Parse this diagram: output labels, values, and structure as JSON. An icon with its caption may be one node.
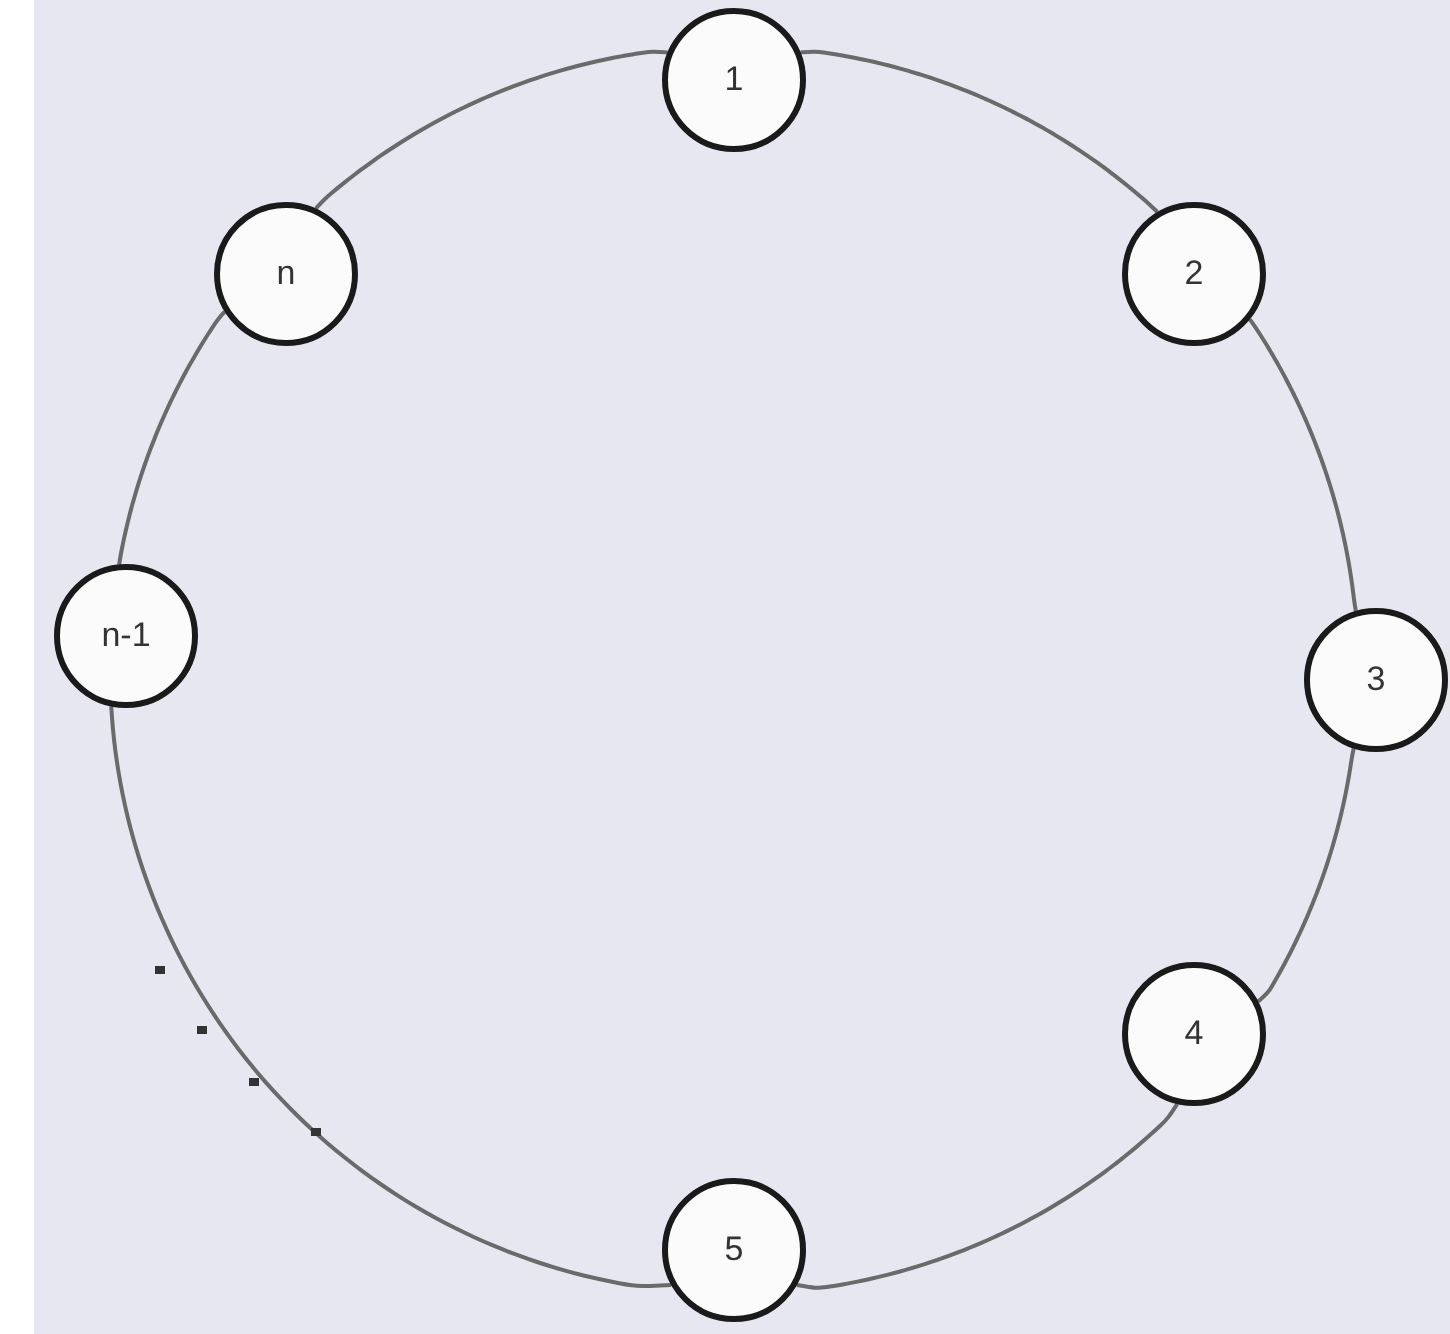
{
  "diagram": {
    "nodes": [
      {
        "text": [
          "1"
        ]
      },
      {
        "text": [
          "2"
        ]
      },
      {
        "text": [
          "3"
        ]
      },
      {
        "text": [
          "4"
        ]
      },
      {
        "text": [
          "5"
        ]
      },
      {
        "text": [
          "n-1"
        ]
      },
      {
        "text": [
          "n"
        ]
      }
    ],
    "edges": [
      {
        "from": 0,
        "to": 1,
        "arrow": "none"
      },
      {
        "from": 1,
        "to": 2,
        "arrow": "none"
      },
      {
        "from": 2,
        "to": 3,
        "arrow": "none"
      },
      {
        "from": 3,
        "to": 4,
        "arrow": "none"
      },
      {
        "from": 4,
        "to": 5,
        "arrow": "none"
      },
      {
        "from": 5,
        "to": 6,
        "arrow": "none"
      },
      {
        "from": 6,
        "to": 0,
        "arrow": "none"
      }
    ]
  }
}
